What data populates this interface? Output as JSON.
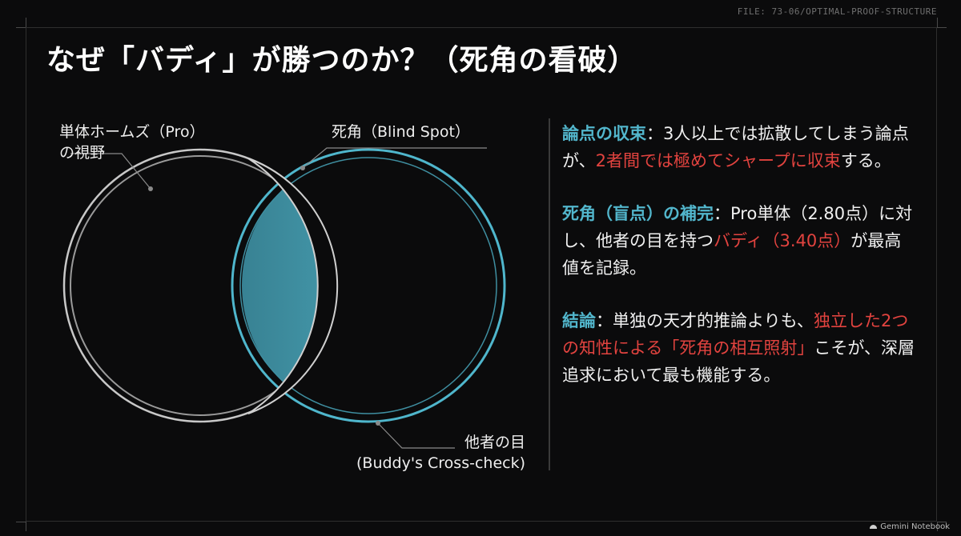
{
  "file_id": "FILE: 73-06/OPTIMAL-PROOF-STRUCTURE",
  "title": "なぜ「バディ」が勝つのか？（死角の看破）",
  "diagram": {
    "label_solo_line1": "単体ホームズ（Pro）",
    "label_solo_line2": "の視野",
    "label_blind": "死角（Blind Spot）",
    "label_other_line1": "他者の目",
    "label_other_line2": "(Buddy's Cross-check)"
  },
  "points": [
    {
      "head": "論点の収束",
      "sep": "：",
      "text1": "3人以上では拡散してしまう論点が、",
      "red": "2者間では極めてシャープに収束",
      "text2": "する。"
    },
    {
      "head": "死角（盲点）の補完",
      "sep": "：",
      "text1": "Pro単体（2.80点）に対し、他者の目を持つ",
      "red": "バディ（3.40点）",
      "text2": "が最高値を記録。"
    },
    {
      "head": "結論",
      "sep": "：",
      "text1": "単独の天才的推論よりも、",
      "red": "独立した2つの知性による「死角の相互照射」",
      "text2": "こそが、深層追求において最も機能する。"
    }
  ],
  "brand": "Gemini Notebook",
  "colors": {
    "background": "#0b0b0c",
    "accent_blue": "#52b6cc",
    "accent_red": "#e2433f",
    "circle_gray": "#bfbfbf"
  }
}
